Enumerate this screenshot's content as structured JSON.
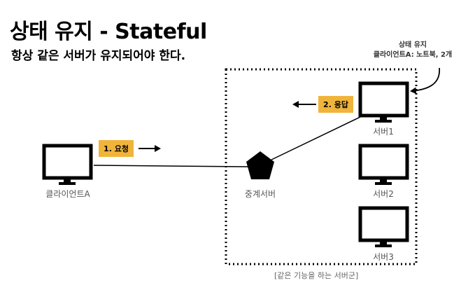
{
  "title": "상태 유지 - Stateful",
  "subtitle": "항상 같은 서버가 유지되어야 한다.",
  "note": {
    "line1": "상태 유지",
    "line2": "클라이언트A: 노트북, 2개"
  },
  "client": {
    "label": "클라이언트A",
    "icon": "monitor-icon"
  },
  "relay": {
    "label": "중계서버",
    "icon": "pentagon-icon"
  },
  "servers": [
    {
      "label": "서버1",
      "icon": "monitor-icon"
    },
    {
      "label": "서버2",
      "icon": "monitor-icon"
    },
    {
      "label": "서버3",
      "icon": "monitor-icon"
    }
  ],
  "request": {
    "label": "1. 요청"
  },
  "response": {
    "label": "2. 응답"
  },
  "group": {
    "label": "[같은 기능을 하는 서버군]"
  },
  "colors": {
    "badge": "#f0b43a",
    "line": "#000000"
  }
}
